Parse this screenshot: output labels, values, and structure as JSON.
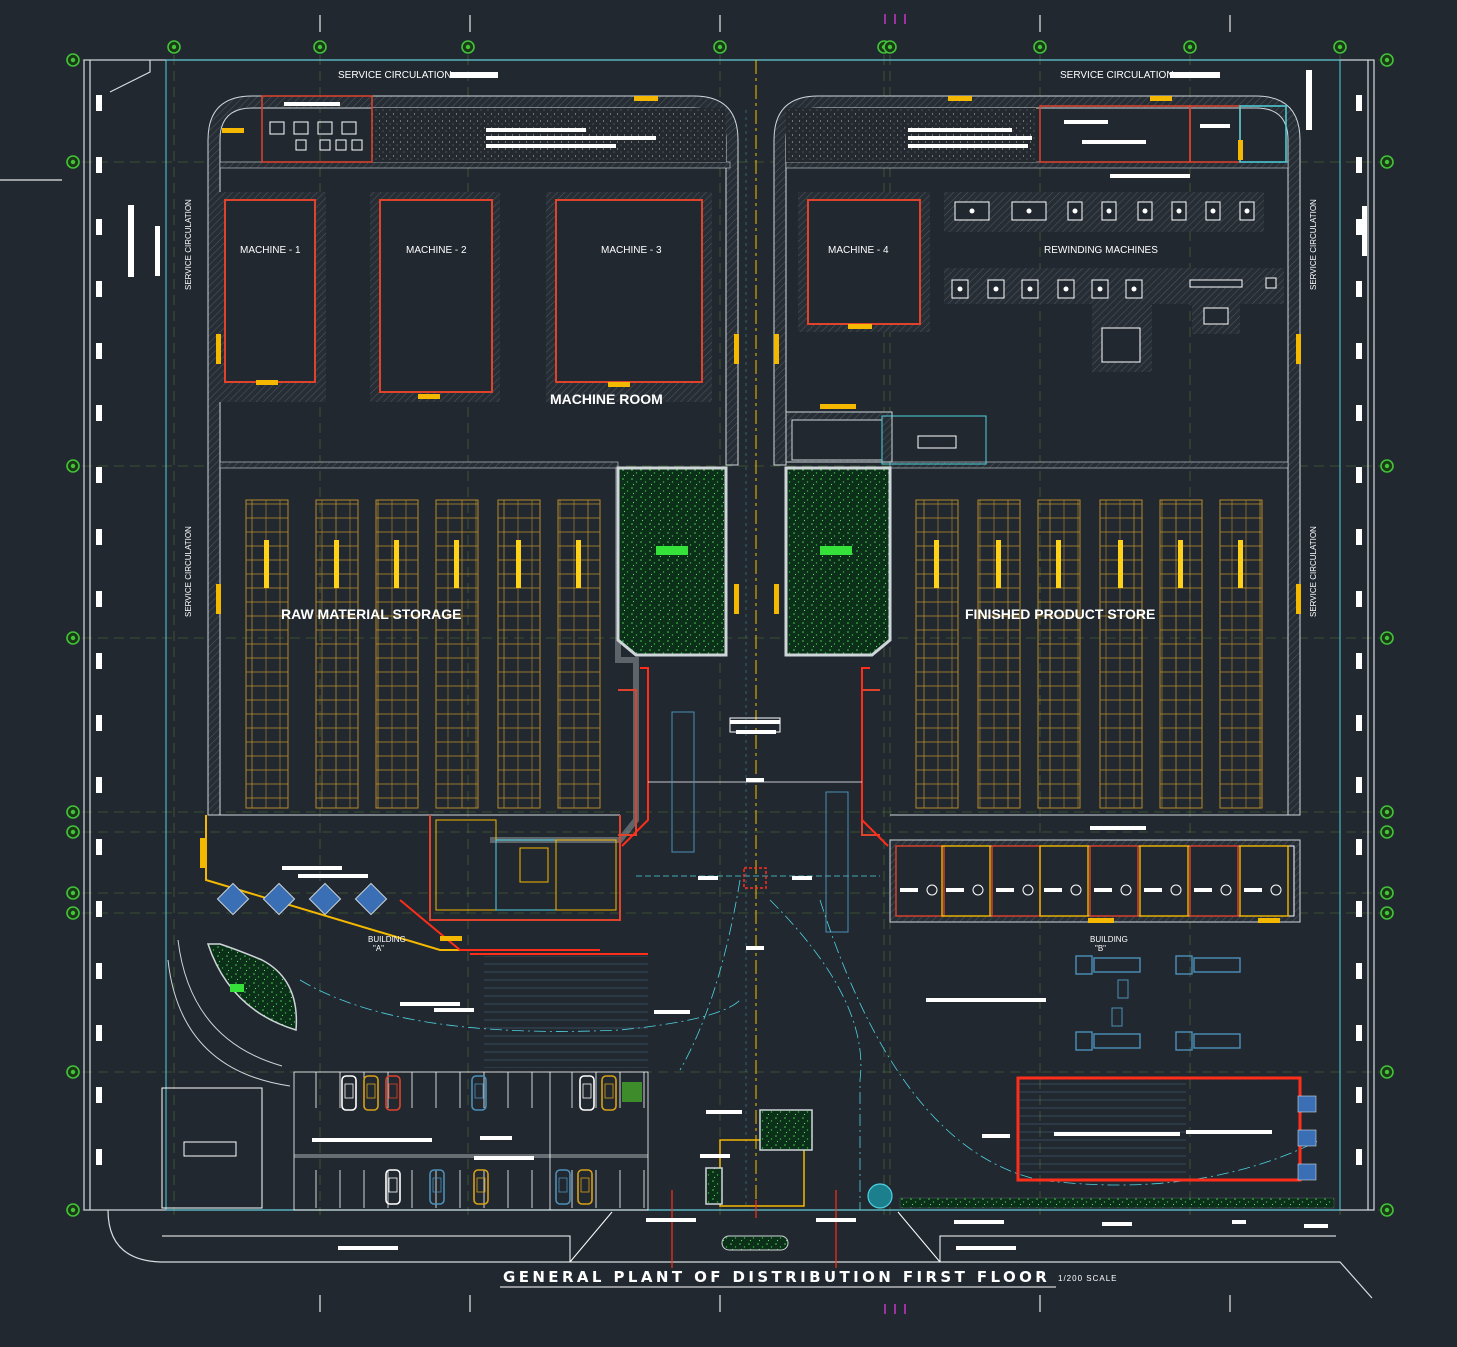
{
  "colors": {
    "background": "#212830",
    "wall": "#cfd6da",
    "hatch": "#3a4148",
    "machine_frame": "#e0432c",
    "rack": "#b58a2a",
    "rack_bar": "#ffd21a",
    "door": "#f5b800",
    "axis_green": "#43c23a",
    "grid_dash": "#8ccf3b",
    "center_line": "#f5c000",
    "cyan": "#4fd2e0",
    "garden": "#0e4a22",
    "highlight_green": "#35e23a",
    "red": "#ff2e1a",
    "magenta": "#c236c9",
    "vehicle_blue": "#4c8fb8",
    "solar": "#3a6fb5"
  },
  "labels": {
    "service_left": "SERVICE CIRCULATION",
    "service_right": "SERVICE CIRCULATION",
    "service_vertical": "SERVICE CIRCULATION",
    "machine_1": "MACHINE - 1",
    "machine_2": "MACHINE - 2",
    "machine_3": "MACHINE - 3",
    "machine_4": "MACHINE - 4",
    "rewinding": "REWINDING MACHINES",
    "machine_room": "MACHINE ROOM",
    "raw_material": "RAW MATERIAL STORAGE",
    "finished_product": "FINISHED PRODUCT STORE",
    "building_a_line1": "BUILDING",
    "building_a_line2": "\"A\"",
    "building_b_line1": "BUILDING",
    "building_b_line2": "\"B\""
  },
  "footer": {
    "title": "GENERAL PLANT OF DISTRIBUTION FIRST FLOOR",
    "scale": "1/200 SCALE"
  },
  "icons": {
    "grid_axis": "grid-axis-marker-icon",
    "door": "door-swing-icon",
    "car": "parked-car-icon",
    "truck": "truck-icon",
    "solar": "solar-panel-icon",
    "stair": "staircase-icon"
  }
}
